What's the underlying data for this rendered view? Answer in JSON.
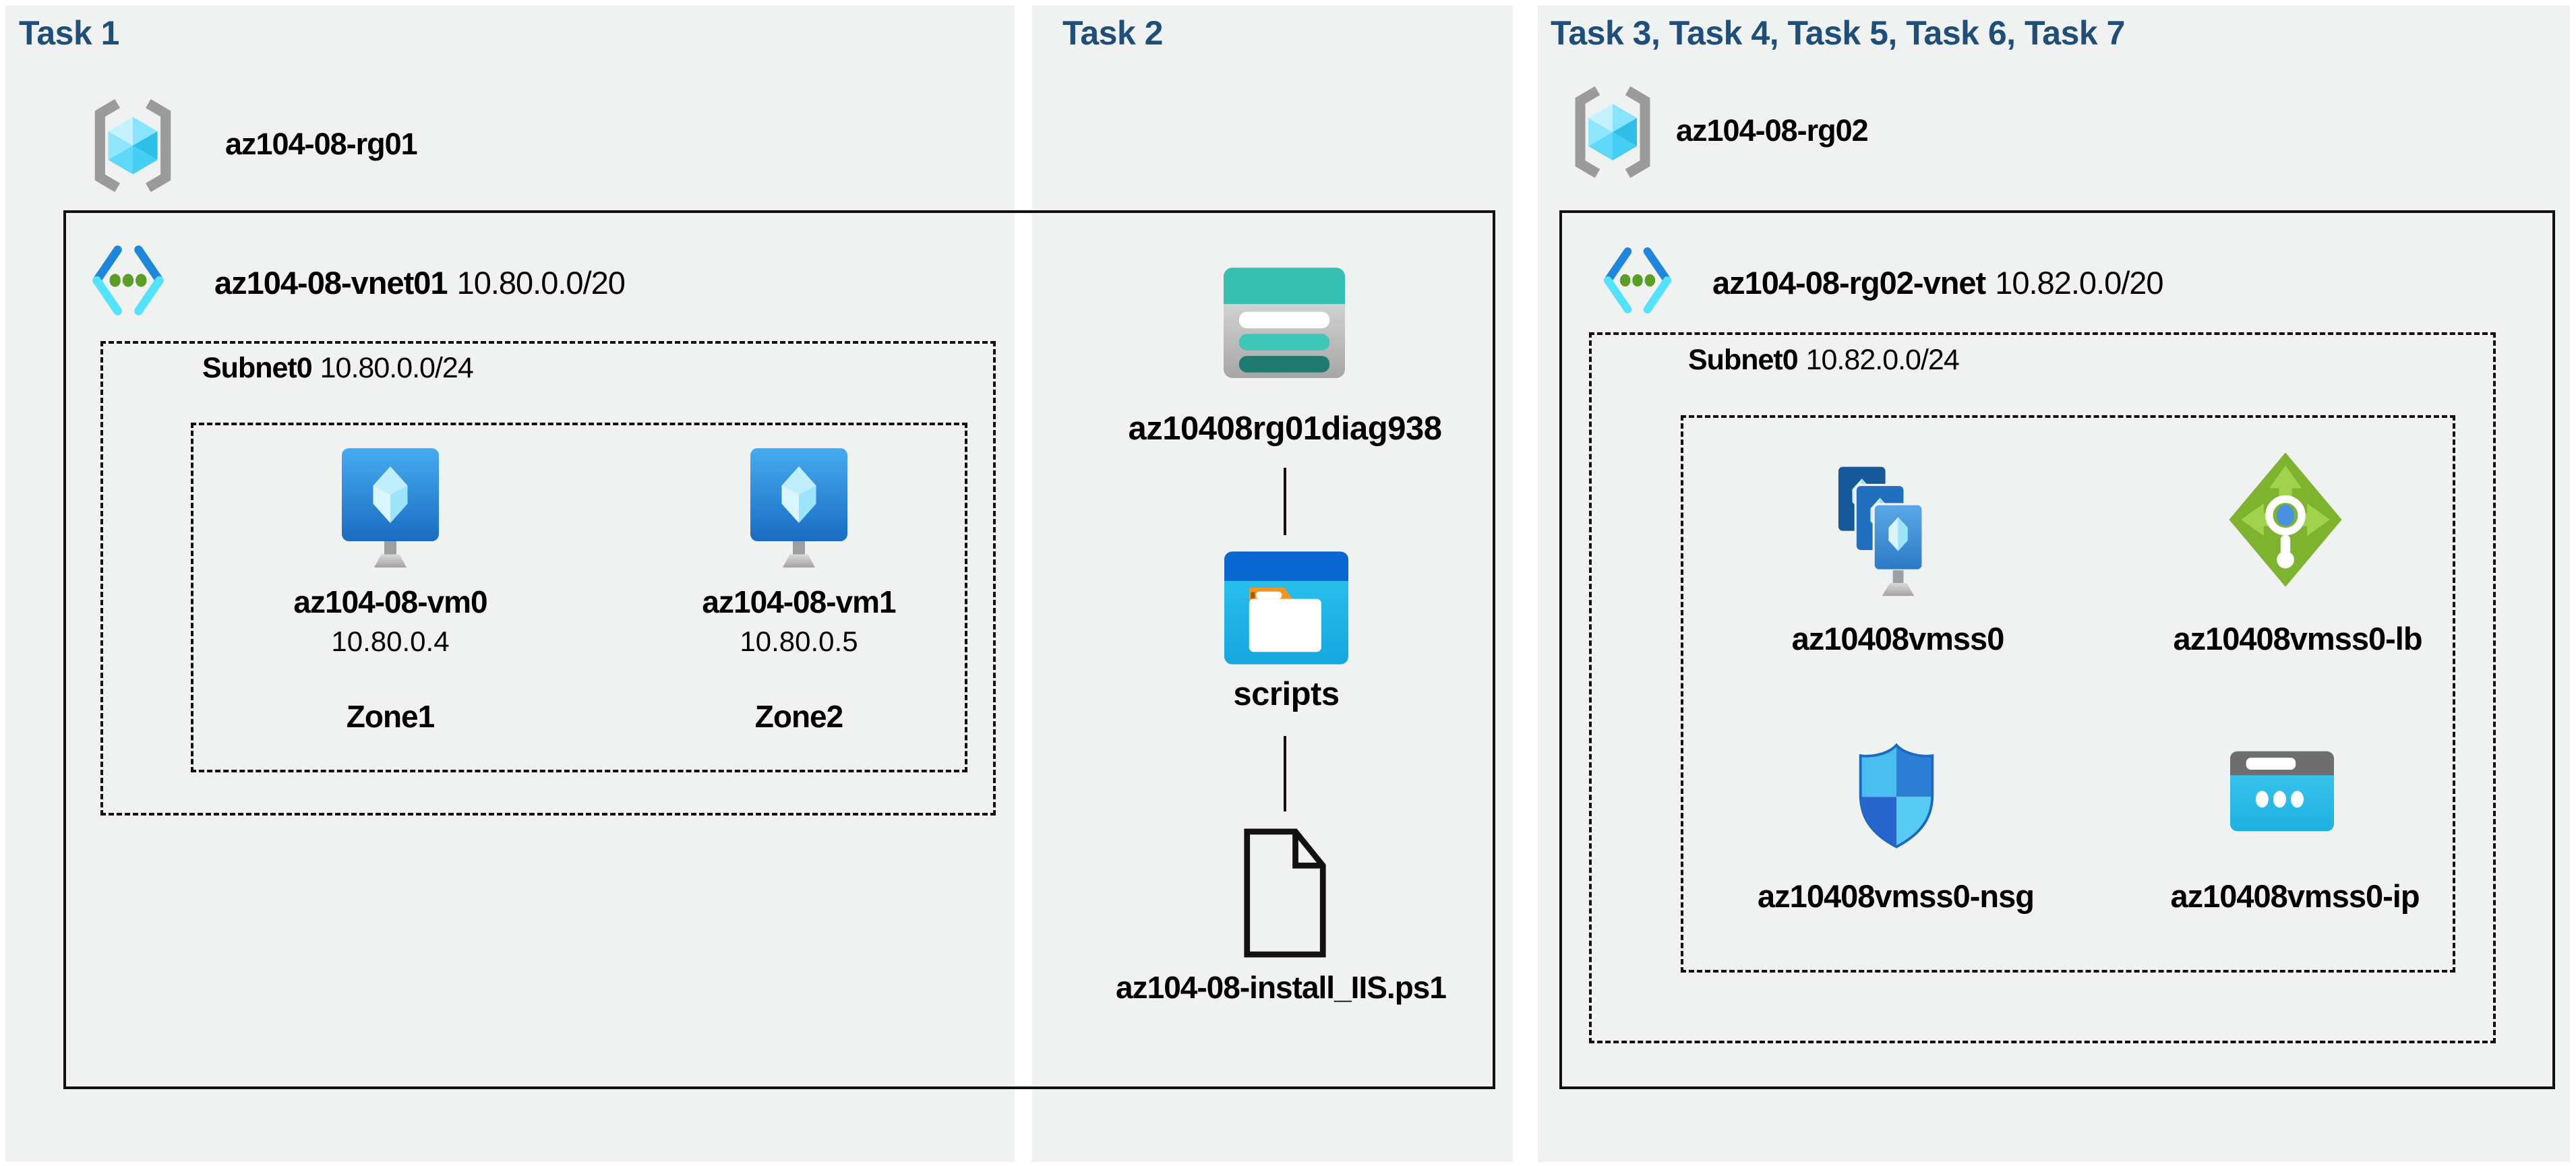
{
  "colors": {
    "title": "#1F4E79",
    "panel_bg": "#F0F1F1",
    "border": "#111111",
    "storage_teal": "#35C0B0",
    "storage_teal_dark": "#1F7A6F",
    "folder_blue": "#0A66D0",
    "window_cyan": "#29C2EF",
    "lb_green": "#7DB32E",
    "lb_green_light": "#A2D14B",
    "vnet_dot_green": "#5B9E26",
    "bracket_gray": "#9B9B9B"
  },
  "panel1": {
    "title": "Task 1",
    "resource_group": "az104-08-rg01",
    "vnet_name": "az104-08-vnet01",
    "vnet_cidr": "10.80.0.0/20",
    "subnet_name": "Subnet0",
    "subnet_cidr": "10.80.0.0/24",
    "vms": [
      {
        "name": "az104-08-vm0",
        "ip": "10.80.0.4",
        "zone": "Zone1"
      },
      {
        "name": "az104-08-vm1",
        "ip": "10.80.0.5",
        "zone": "Zone2"
      }
    ]
  },
  "panel2": {
    "title": "Task 2",
    "storage_account": "az10408rg01diag938",
    "folder": "scripts",
    "file": "az104-08-install_IIS.ps1"
  },
  "panel3": {
    "title": "Task 3, Task 4, Task 5, Task 6, Task 7",
    "resource_group": "az104-08-rg02",
    "vnet_name": "az104-08-rg02-vnet",
    "vnet_cidr": "10.82.0.0/20",
    "subnet_name": "Subnet0",
    "subnet_cidr": "10.82.0.0/24",
    "resources": [
      {
        "name": "az10408vmss0",
        "type": "vm-scale-set"
      },
      {
        "name": "az10408vmss0-lb",
        "type": "load-balancer"
      },
      {
        "name": "az10408vmss0-nsg",
        "type": "network-security-group"
      },
      {
        "name": "az10408vmss0-ip",
        "type": "public-ip"
      }
    ]
  }
}
